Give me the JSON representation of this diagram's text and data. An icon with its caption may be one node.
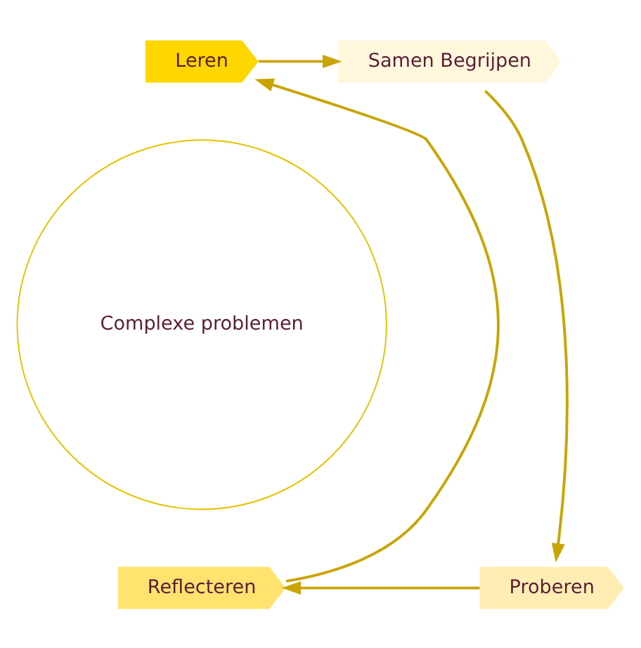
{
  "diagram": {
    "nodes": [
      {
        "text": [
          "Leren"
        ]
      },
      {
        "text": [
          "Samen Begrijpen"
        ]
      },
      {
        "text": [
          "Complexe problemen"
        ]
      },
      {
        "text": [
          "Reflecteren"
        ]
      },
      {
        "text": [
          "Proberen"
        ]
      }
    ],
    "edges": [
      {
        "from": 0,
        "to": 1,
        "arrow": "to"
      },
      {
        "from": 1,
        "to": 4,
        "arrow": "to"
      },
      {
        "from": 4,
        "to": 3,
        "arrow": "to"
      },
      {
        "from": 3,
        "to": 0,
        "arrow": "to"
      }
    ]
  }
}
